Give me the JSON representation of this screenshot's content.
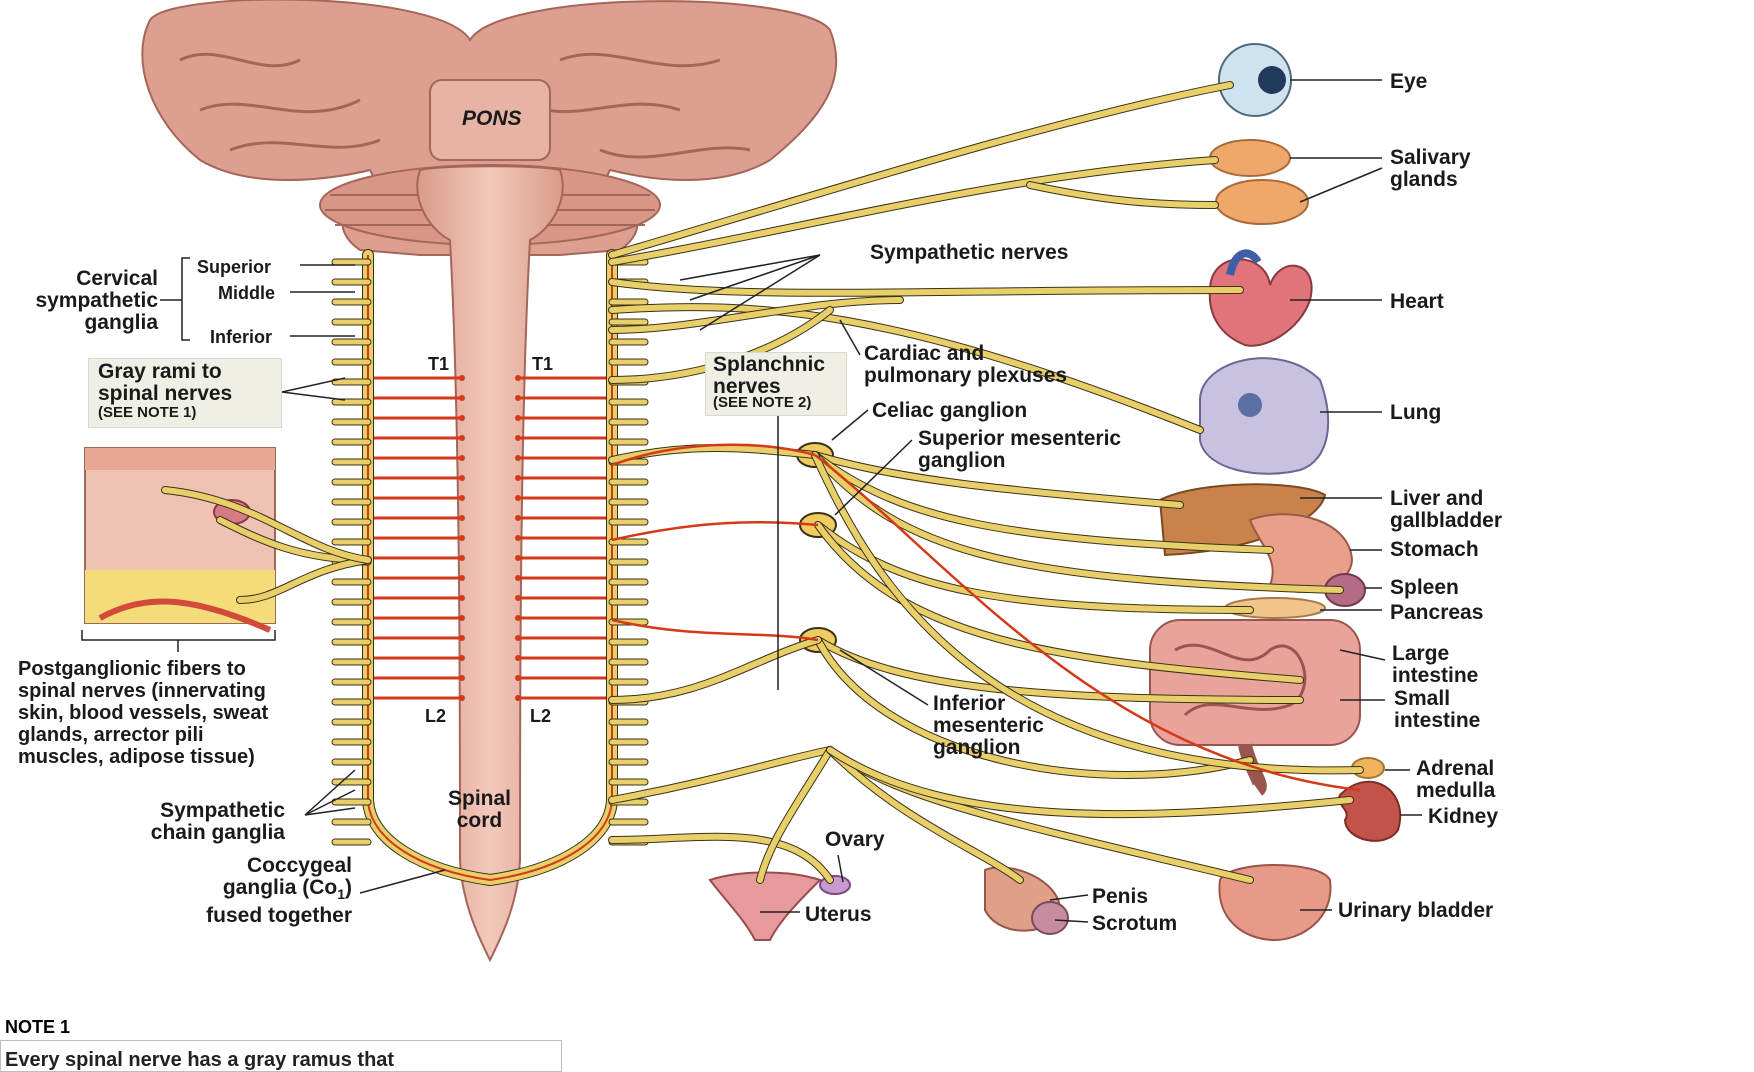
{
  "anatomy": {
    "pons": "PONS",
    "spinal_cord": "Spinal\ncord",
    "t1_left": "T1",
    "t1_right": "T1",
    "l2_left": "L2",
    "l2_right": "L2"
  },
  "left_labels": {
    "cervical_ganglia": "Cervical\nsympathetic\nganglia",
    "superior": "Superior",
    "middle": "Middle",
    "inferior": "Inferior",
    "gray_rami": "Gray rami to\nspinal nerves",
    "see_note_1": "(SEE NOTE 1)",
    "postganglionic": "Postganglionic fibers to\nspinal nerves (innervating\nskin, blood vessels, sweat\nglands, arrector pili\nmuscles, adipose tissue)",
    "chain_ganglia": "Sympathetic\nchain ganglia",
    "coccygeal": "Coccygeal\nganglia (Co",
    "coccygeal_sub": "1",
    "coccygeal_end": ")\nfused together"
  },
  "center_labels": {
    "sympathetic_nerves": "Sympathetic nerves",
    "cardiac_plexuses": "Cardiac and\npulmonary plexuses",
    "splanchnic": "Splanchnic\nnerves",
    "see_note_2": "(SEE NOTE 2)",
    "celiac": "Celiac ganglion",
    "superior_mesenteric": "Superior mesenteric\nganglion",
    "inferior_mesenteric": "Inferior\nmesenteric\nganglion"
  },
  "organs": {
    "eye": "Eye",
    "salivary": "Salivary\nglands",
    "heart": "Heart",
    "lung": "Lung",
    "liver": "Liver and\ngallbladder",
    "stomach": "Stomach",
    "spleen": "Spleen",
    "pancreas": "Pancreas",
    "large_intestine": "Large\nintestine",
    "small_intestine": "Small\nintestine",
    "adrenal": "Adrenal\nmedulla",
    "kidney": "Kidney",
    "urinary_bladder": "Urinary bladder",
    "ovary": "Ovary",
    "uterus": "Uterus",
    "penis": "Penis",
    "scrotum": "Scrotum"
  },
  "note": {
    "title": "NOTE 1",
    "text": "Every spinal nerve has a gray ramus that"
  },
  "colors": {
    "nerve": "#e9cf6a",
    "nerve_edge": "#3a3218",
    "preganglionic": "#d43a1a",
    "cord": "#e8b0a0",
    "brain": "#dd9f8f"
  }
}
